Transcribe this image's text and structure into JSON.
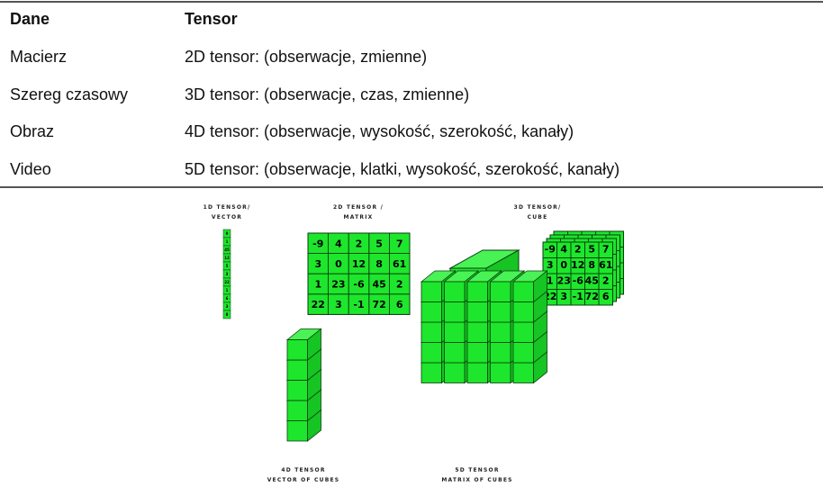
{
  "table": {
    "header": {
      "col1": "Dane",
      "col2": "Tensor"
    },
    "rows": [
      {
        "data": "Macierz",
        "tensor": "2D tensor: (obserwacje, zmienne)"
      },
      {
        "data": "Szereg czasowy",
        "tensor": "3D tensor: (obserwacje, czas, zmienne)"
      },
      {
        "data": "Obraz",
        "tensor": "4D tensor: (obserwacje, wysokość, szerokość, kanały)"
      },
      {
        "data": "Video",
        "tensor": "5D tensor: (obserwacje, klatki, wysokość, szerokość, kanały)"
      }
    ]
  },
  "figure": {
    "colors": {
      "fill": "#1ee62c",
      "fill_top": "#49f255",
      "fill_side": "#16c423",
      "stroke": "#0b3d10"
    },
    "vector": {
      "caption1": "1D TENSOR/",
      "caption2": "VECTOR",
      "values": [
        "9",
        "1",
        "45",
        "12",
        "5",
        "3",
        "22",
        "1",
        "6",
        "3",
        "8"
      ]
    },
    "matrix": {
      "caption1": "2D TENSOR /",
      "caption2": "MATRIX",
      "rows": [
        [
          "-9",
          "4",
          "2",
          "5",
          "7"
        ],
        [
          "3",
          "0",
          "12",
          "8",
          "61"
        ],
        [
          "1",
          "23",
          "-6",
          "45",
          "2"
        ],
        [
          "22",
          "3",
          "-1",
          "72",
          "6"
        ]
      ]
    },
    "cube": {
      "caption1": "3D TENSOR/",
      "caption2": "CUBE"
    },
    "vector_of_cubes": {
      "caption1": "4D TENSOR",
      "caption2": "VECTOR OF CUBES"
    },
    "matrix_of_cubes": {
      "caption1": "5D TENSOR",
      "caption2": "MATRIX OF CUBES"
    }
  }
}
